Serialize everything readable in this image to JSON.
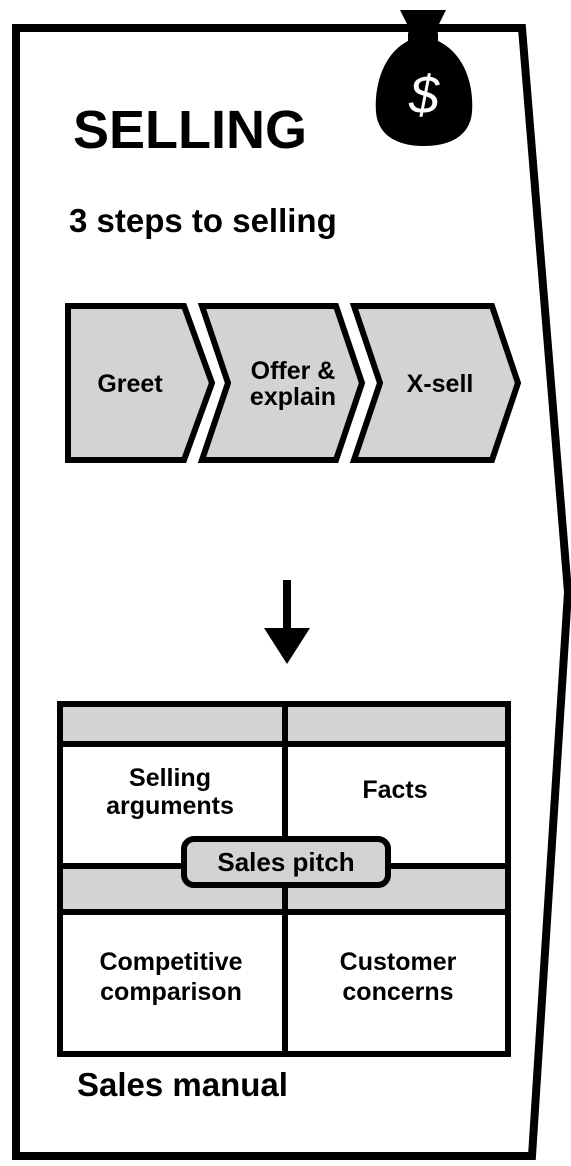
{
  "title": "SELLING",
  "subtitle": "3 steps to selling",
  "steps": [
    {
      "lines": [
        "Greet"
      ]
    },
    {
      "lines": [
        "Offer &",
        "explain"
      ]
    },
    {
      "lines": [
        "X-sell"
      ]
    }
  ],
  "manual": {
    "cells": [
      {
        "lines": [
          "Selling",
          "arguments"
        ]
      },
      {
        "lines": [
          "Facts"
        ]
      },
      {
        "lines": [
          "Competitive",
          "comparison"
        ]
      },
      {
        "lines": [
          "Customer",
          "concerns"
        ]
      }
    ],
    "center_label": "Sales pitch",
    "footer": "Sales manual"
  },
  "icons": {
    "money_bag": "money-bag-icon",
    "money_bag_symbol": "$",
    "arrow": "arrow-down-icon"
  },
  "colors": {
    "outline": "#000000",
    "step_fill": "#d3d3d3",
    "band_fill": "#d3d3d3",
    "background": "#ffffff",
    "bag_fill": "#000000",
    "bag_symbol": "#ffffff"
  }
}
